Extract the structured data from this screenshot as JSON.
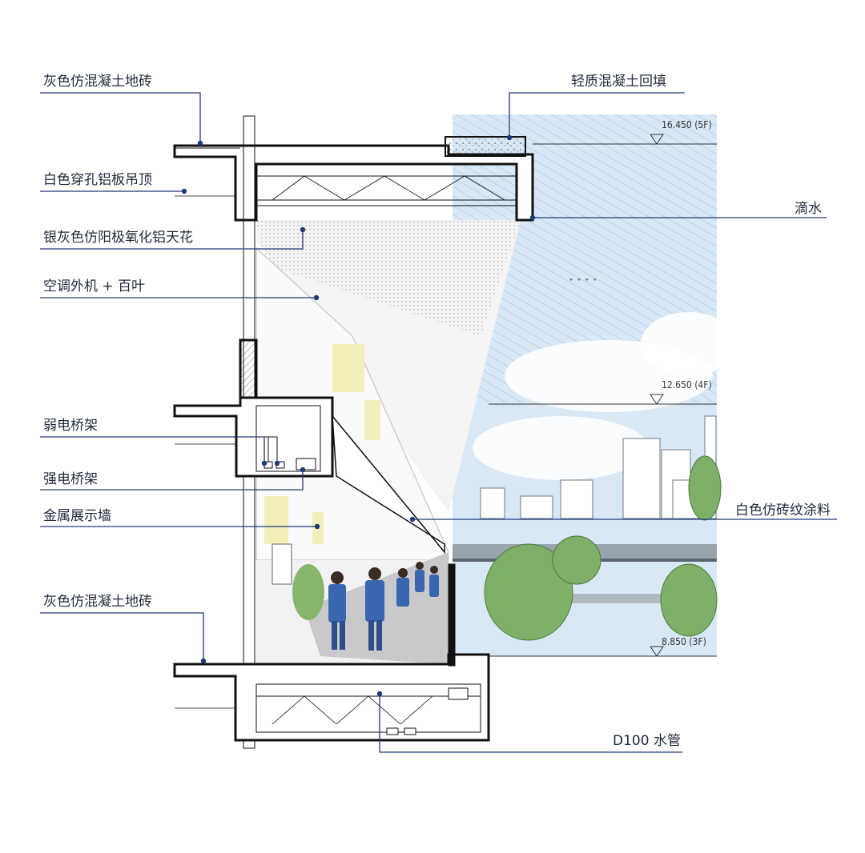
{
  "labels_left": [
    "灰色仿混凝土地砖",
    "白色穿孔铝板吊顶",
    "银灰色仿阳极氧化铝天花",
    "空调外机 + 百叶",
    "弱电桥架",
    "强电桥架",
    "金属展示墙",
    "灰色仿混凝土地砖"
  ],
  "labels_right": [
    "轻质混凝土回填",
    "滴水",
    "白色仿砖纹涂料",
    "D100 水管"
  ],
  "levels": [
    "16.450 (5F)",
    "12.650 (4F)",
    "8.850 (3F)"
  ],
  "colors": {
    "leader": "#1e3a78",
    "dot": "#1e3a78",
    "wall": "#111111",
    "sky": "#cfe0f0",
    "tree": "#7fb069"
  }
}
